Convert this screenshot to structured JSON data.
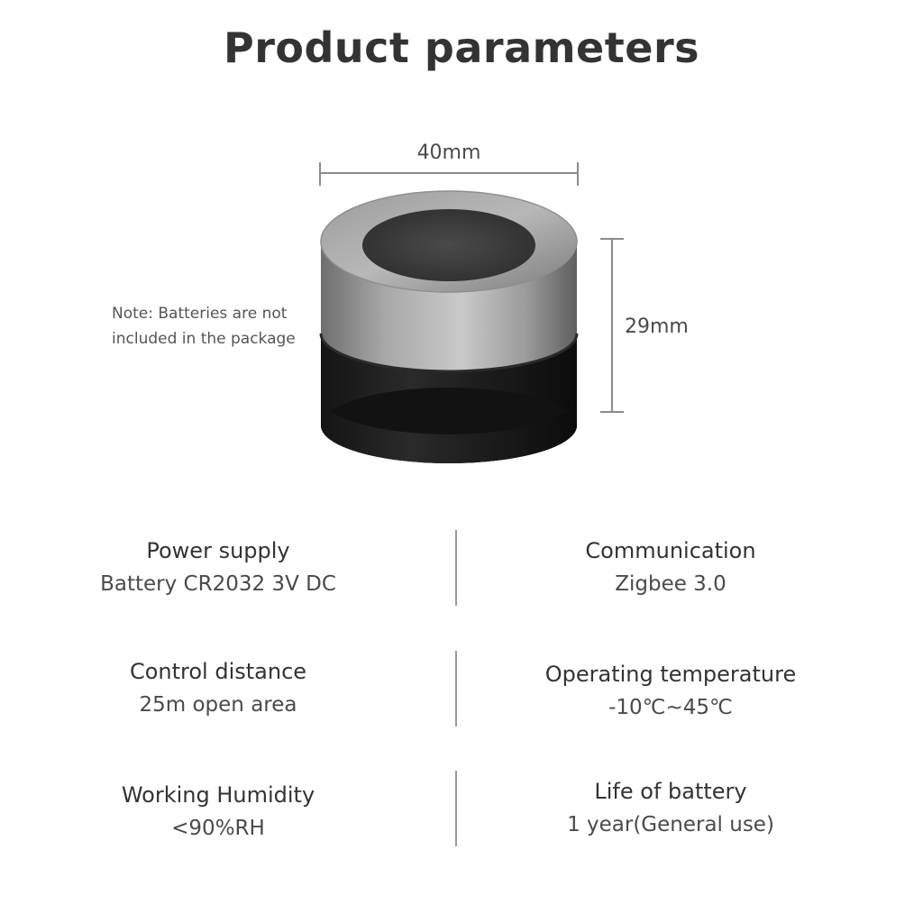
{
  "page": {
    "title": "Product parameters"
  },
  "product_image": {
    "width_label": "40mm",
    "height_label": "29mm",
    "note_lines": [
      "Note: Batteries are not",
      "included in the package"
    ]
  },
  "parameters": [
    {
      "label": "Power supply",
      "value": "Battery CR2032 3V DC"
    },
    {
      "label": "Communication",
      "value": "Zigbee 3.0"
    },
    {
      "label": "Control distance",
      "value": "25m open area"
    },
    {
      "label": "Operating temperature",
      "value": "-10℃~45℃"
    },
    {
      "label": "Working Humidity",
      "value": "<90%RH"
    },
    {
      "label": "Life of battery",
      "value": "1 year(General use)"
    }
  ]
}
